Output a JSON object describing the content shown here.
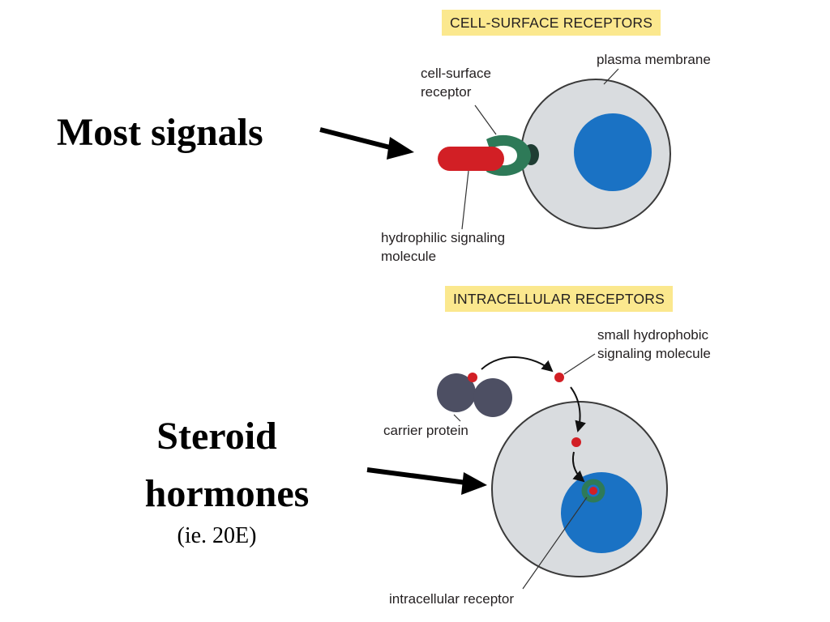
{
  "slide": {
    "most_signals": "Most signals",
    "steroid_line1": "Steroid",
    "steroid_line2": "hormones",
    "steroid_example": "(ie. 20E)"
  },
  "figure_top": {
    "banner": "CELL-SURFACE RECEPTORS",
    "labels": {
      "plasma_membrane": "plasma membrane",
      "cell_surface_receptor_1": "cell-surface",
      "cell_surface_receptor_2": "receptor",
      "hydrophilic_1": "hydrophilic signaling",
      "hydrophilic_2": "molecule"
    }
  },
  "figure_bottom": {
    "banner": "INTRACELLULAR RECEPTORS",
    "labels": {
      "small_hydrophobic_1": "small hydrophobic",
      "small_hydrophobic_2": "signaling molecule",
      "carrier_protein": "carrier protein",
      "intracellular_receptor": "intracellular receptor"
    }
  },
  "colors": {
    "banner": "#fbe88e",
    "cell": "#d9dcdf",
    "nucleus": "#1a72c4",
    "signal_molecule": "#d21f25",
    "receptor": "#2e7a58",
    "carrier_protein": "#4d4f63"
  }
}
